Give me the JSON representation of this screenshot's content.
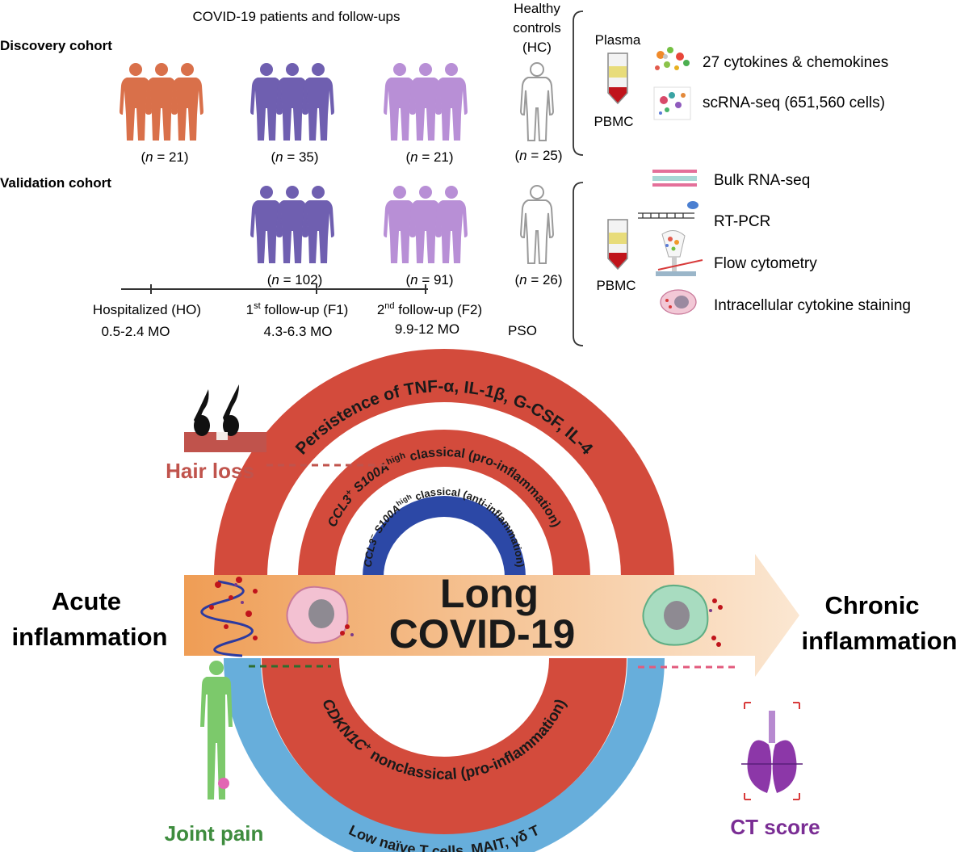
{
  "top": {
    "header": "COVID-19 patients and follow-ups",
    "discovery_label": "Discovery cohort",
    "validation_label": "Validation cohort",
    "healthy_line1": "Healthy",
    "healthy_line2": "controls",
    "healthy_line3": "(HC)",
    "n_prefix": "(",
    "n_var": "n",
    "discovery_counts": [
      " = 21)",
      " = 35)",
      " = 21)",
      " = 25)"
    ],
    "validation_counts": [
      " = 102)",
      " = 91)",
      " = 26)"
    ],
    "timeline": {
      "ho_label": "Hospitalized (HO)",
      "ho_range": "0.5-2.4 MO",
      "f1_pre": "1",
      "f1_sup": "st",
      "f1_post": " follow-up (F1)",
      "f1_range": "4.3-6.3 MO",
      "f2_pre": "2",
      "f2_sup": "nd",
      "f2_post": " follow-up (F2)",
      "f2_range": "9.9-12 MO",
      "pso": "PSO"
    },
    "methods": {
      "plasma": "Plasma",
      "pbmc": "PBMC",
      "cytokines": "27 cytokines & chemokines",
      "scrna": "scRNA-seq (651,560 cells)",
      "pbmc2": "PBMC",
      "bulk": "Bulk RNA-seq",
      "rtpcr": "RT-PCR",
      "flow": "Flow cytometry",
      "ics": "Intracellular cytokine staining"
    }
  },
  "bottom": {
    "acute_line1": "Acute",
    "acute_line2": "inflammation",
    "chronic_line1": "Chronic",
    "chronic_line2": "inflammation",
    "center_line1": "Long",
    "center_line2": "COVID-19",
    "outer_arc": "Persistence of TNF-α, IL-1β, G-CSF, IL-4",
    "inner_arc_a": "CCL3",
    "inner_arc_a_sup": "+",
    "inner_arc_b": " S100A",
    "inner_arc_b_sup": "high",
    "inner_arc_c": " classical (pro-inflammation)",
    "blue_arc_a": "CCL3",
    "blue_arc_a_sup": "−",
    "blue_arc_b": " S100A",
    "blue_arc_b_sup": "high",
    "blue_arc_c": " classical (anti-inflammation)",
    "lower_red_a": "CDKN1C",
    "lower_red_a_sup": "+",
    "lower_red_b": " nonclassical (pro-inflammation)",
    "lower_blue": "Low naïve T cells, MAIT, γδ T",
    "hair_loss": "Hair loss",
    "joint_pain": "Joint pain",
    "ct_score": "CT score"
  },
  "colors": {
    "hospitalized": "#d9704a",
    "follow_up_1": "#6f5fb0",
    "follow_up_2": "#b88fd6",
    "healthy": "#9a9a9a",
    "outer_red": "#d34b3c",
    "anti_blue": "#2c48a6",
    "lower_blue": "#67aedb",
    "arrow_orange": "#f0a35c",
    "hair_loss": "#c0534c",
    "joint_pain": "#3e8c3e",
    "ct_score": "#7a2d94"
  }
}
